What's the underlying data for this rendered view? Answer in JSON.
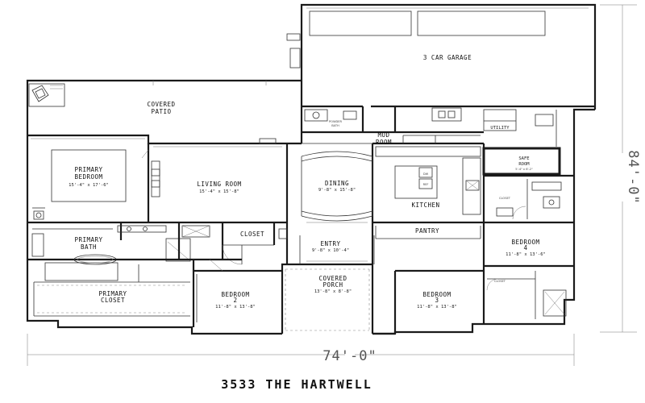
{
  "title": "3533 THE HARTWELL",
  "dimensions": {
    "width": "74'-0\"",
    "depth": "84'-0\""
  },
  "rooms": {
    "garage": {
      "name": "3 CAR GARAGE"
    },
    "covered_patio": {
      "name": "COVERED",
      "name2": "PATIO"
    },
    "powder_bath": {
      "name": "POWDER",
      "name2": "BATH"
    },
    "mud_room": {
      "name": "MUD",
      "name2": "ROOM"
    },
    "utility": {
      "name": "UTILITY"
    },
    "safe_room": {
      "name": "SAFE",
      "name2": "ROOM",
      "size": "5'-4\" x 6'-2\""
    },
    "primary_bedroom": {
      "name": "PRIMARY",
      "name2": "BEDROOM",
      "size": "15'-4\" x 17'-6\""
    },
    "living_room": {
      "name": "LIVING ROOM",
      "size": "15'-4\" x 15'-8\""
    },
    "dining": {
      "name": "DINING",
      "size": "9'-8\" x 15'-8\""
    },
    "kitchen": {
      "name": "KITCHEN"
    },
    "closet_hall": {
      "name": "CLOSET"
    },
    "closet_bed4": {
      "name": "CLOSET"
    },
    "closet_bed3": {
      "name": "CLOSET"
    },
    "primary_bath": {
      "name": "PRIMARY",
      "name2": "BATH"
    },
    "entry": {
      "name": "ENTRY",
      "size": "9'-8\" x 10'-4\""
    },
    "pantry": {
      "name": "PANTRY"
    },
    "bedroom4": {
      "name": "BEDROOM",
      "name2": "4",
      "size": "11'-8\" x 13'-6\""
    },
    "primary_closet": {
      "name": "PRIMARY",
      "name2": "CLOSET"
    },
    "bedroom2": {
      "name": "BEDROOM",
      "name2": "2",
      "size": "11'-8\" x 13'-8\""
    },
    "covered_porch": {
      "name": "COVERED",
      "name2": "PORCH",
      "size": "13'-8\" x 8'-8\""
    },
    "bedroom3": {
      "name": "BEDROOM",
      "name2": "3",
      "size": "11'-8\" x 13'-8\""
    }
  },
  "fixture_labels": {
    "dw": "DW",
    "ref": "REF"
  }
}
